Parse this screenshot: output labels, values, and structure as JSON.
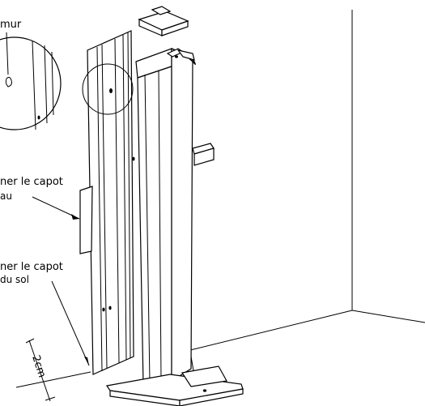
{
  "labels": {
    "wall_callout": "mur",
    "upper_cover_line1": "ner le capot",
    "upper_cover_line2": "au",
    "floor_cover_line1": "ner le capot",
    "floor_cover_line2": "du sol",
    "dimension": "2cm"
  }
}
